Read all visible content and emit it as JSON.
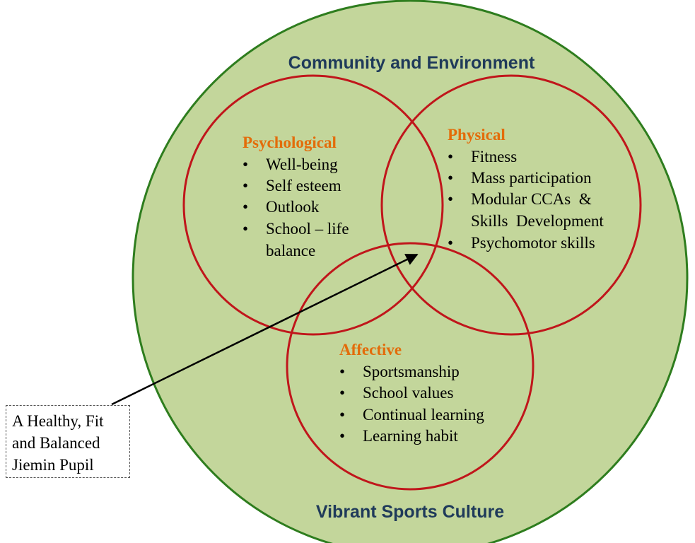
{
  "outer": {
    "top_label": "Community and Environment",
    "bottom_label": "Vibrant Sports Culture"
  },
  "psychological": {
    "heading": "Psychological",
    "items": [
      "Well-being",
      "Self esteem",
      "Outlook",
      "School – life",
      "balance"
    ]
  },
  "physical": {
    "heading": "Physical",
    "items": [
      "Fitness",
      "Mass participation",
      "Modular CCAs  &",
      "Skills  Development",
      "Psychomotor skills"
    ]
  },
  "affective": {
    "heading": "Affective",
    "items": [
      "Sportsmanship",
      "School values",
      "Continual learning",
      "Learning habit"
    ]
  },
  "callout": {
    "lines": [
      "A Healthy, Fit",
      "and Balanced",
      "Jiemin Pupil"
    ]
  },
  "bullet": "•",
  "colors": {
    "outer_fill": "#c3d69b",
    "outer_stroke": "#2e7d1e",
    "inner_stroke": "#c0161b",
    "heading": "#e36c0a",
    "outer_label": "#1f3a5a"
  }
}
